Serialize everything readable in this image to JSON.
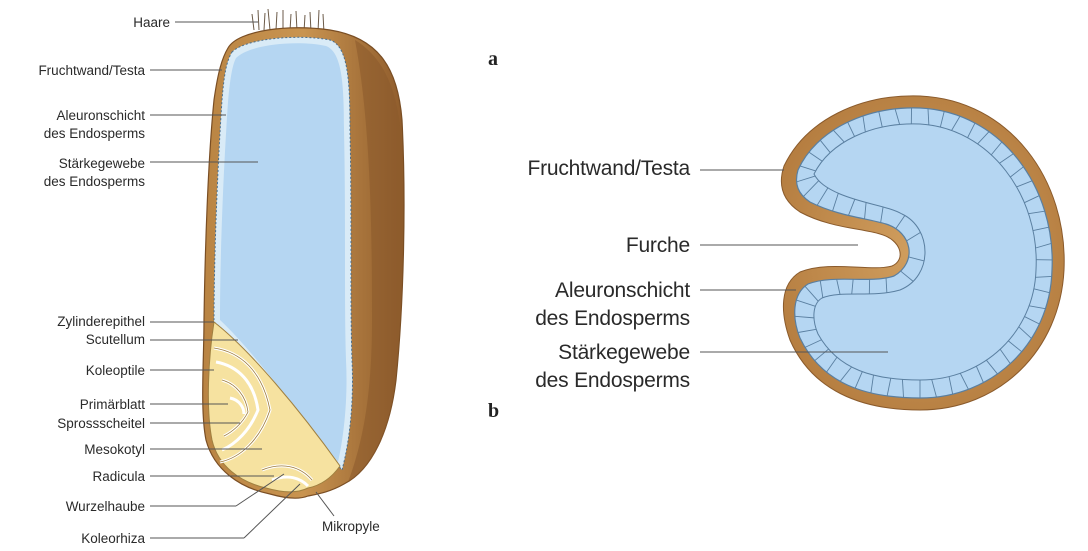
{
  "colors": {
    "hull": "#c58f4b",
    "hull_dark": "#8a5a2b",
    "endosperm": "#b5d6f2",
    "aleurone": "#d9ebf7",
    "embryo": "#f6e2a0",
    "embryo_line": "#ffffff",
    "leader": "#555555"
  },
  "seed_labels": {
    "haare": "Haare",
    "fruchtwand": "Fruchtwand/Testa",
    "aleuron_1": "Aleuronschicht",
    "aleuron_2": "des Endosperms",
    "staerke_1": "Stärkegewebe",
    "staerke_2": "des Endosperms",
    "zylinderepithel": "Zylinderepithel",
    "scutellum": "Scutellum",
    "koleoptile": "Koleoptile",
    "primaerblatt": "Primärblatt",
    "sprossscheitel": "Sprossscheitel",
    "mesokotyl": "Mesokotyl",
    "radicula": "Radicula",
    "wurzelhaube": "Wurzelhaube",
    "koleorhiza": "Koleorhiza",
    "mikropyle": "Mikropyle"
  },
  "panel_labels": {
    "a": "a",
    "b": "b"
  },
  "section_labels": {
    "fruchtwand": "Fruchtwand/Testa",
    "furche": "Furche",
    "aleuron_1": "Aleuronschicht",
    "aleuron_2": "des Endosperms",
    "staerke_1": "Stärkegewebe",
    "staerke_2": "des Endosperms"
  }
}
